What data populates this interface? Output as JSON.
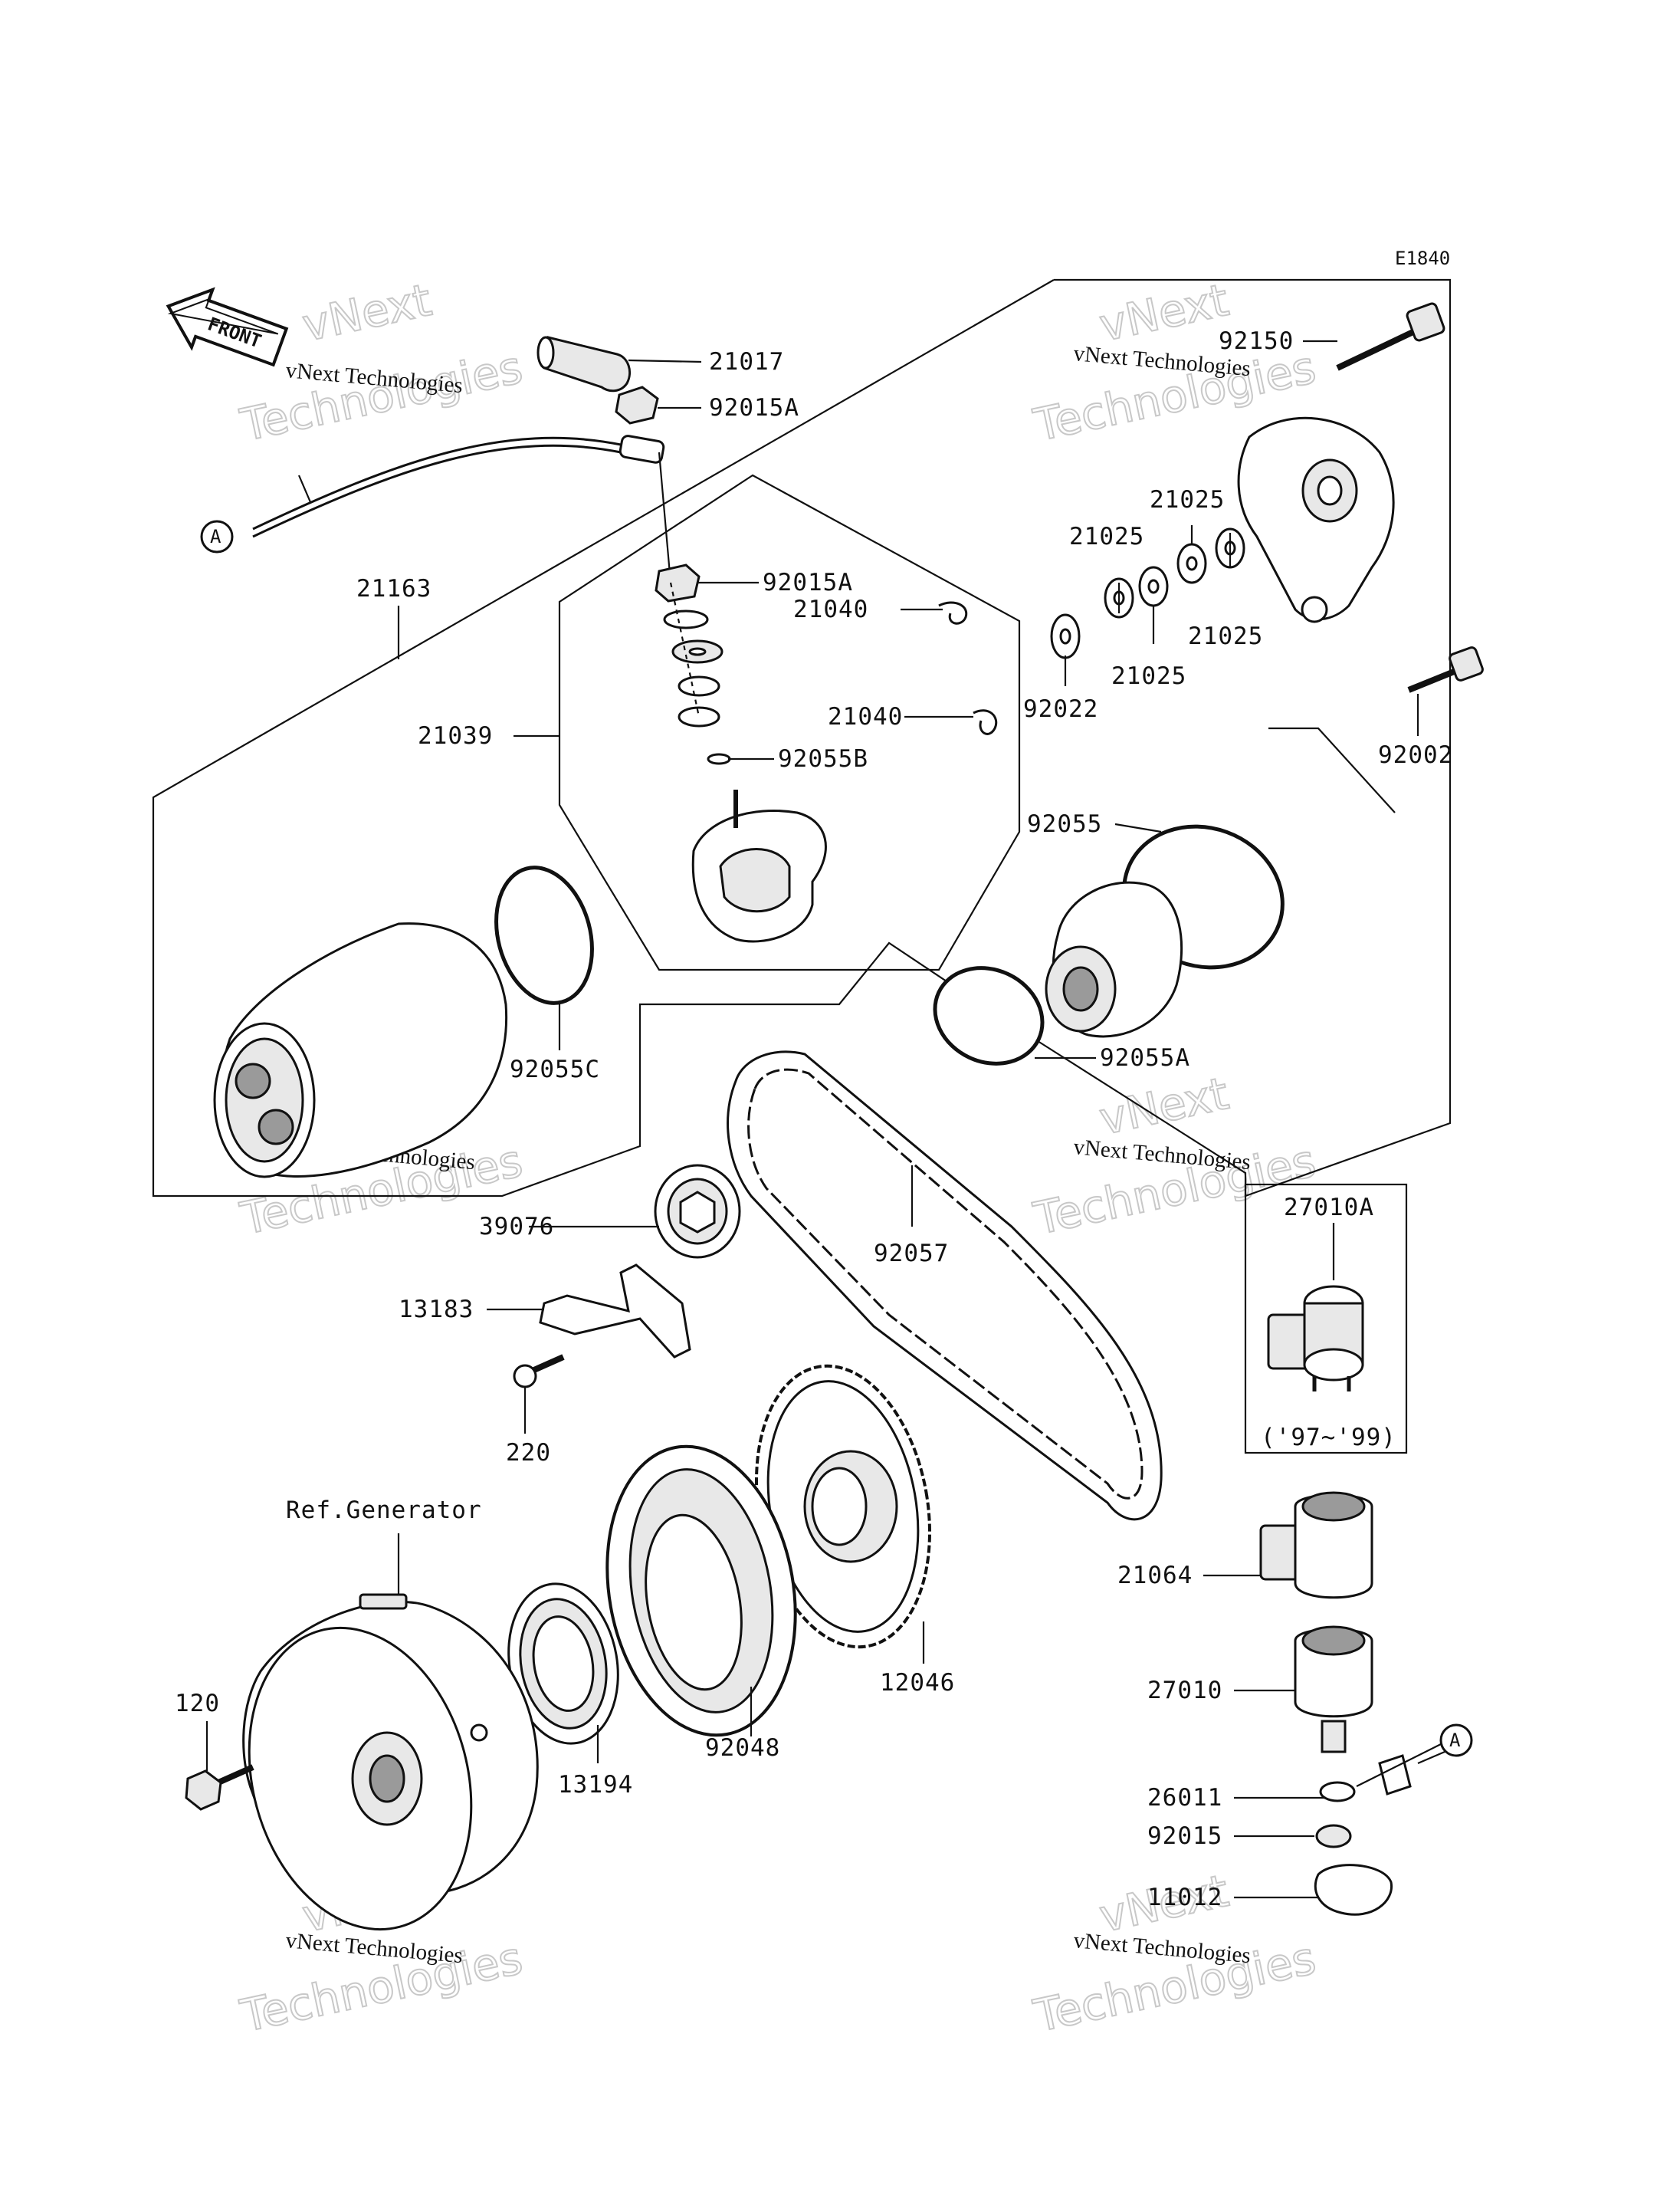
{
  "diagram_code": "E1840",
  "front_label": "FRONT",
  "marker_letter": "A",
  "watermark_small": "vNext Technologies",
  "watermark_big_1": "vNext",
  "watermark_big_2": "Technologies",
  "ref_label": "Ref.Generator",
  "inset_note": "('97~'99)",
  "parts": {
    "p21017": "21017",
    "p92015A_top": "92015A",
    "p92015A_mid": "92015A",
    "p21163": "21163",
    "p21040_a": "21040",
    "p21040_b": "21040",
    "p21039": "21039",
    "p92055B": "92055B",
    "p92150": "92150",
    "p21025_a": "21025",
    "p21025_b": "21025",
    "p21025_c": "21025",
    "p21025_d": "21025",
    "p92022": "92022",
    "p92002": "92002",
    "p92055": "92055",
    "p92055A": "92055A",
    "p92055C": "92055C",
    "p39076": "39076",
    "p92057": "92057",
    "p27010A": "27010A",
    "p13183": "13183",
    "p220": "220",
    "p12046": "12046",
    "p21064": "21064",
    "p27010": "27010",
    "p120": "120",
    "p13194": "13194",
    "p92048": "92048",
    "p26011": "26011",
    "p92015": "92015",
    "p11012": "11012"
  }
}
